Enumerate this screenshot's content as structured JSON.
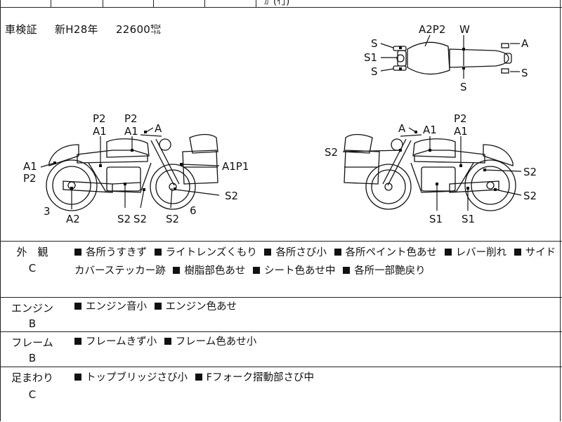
{
  "top_fragment": "ｶﾞ(ｲ｣)",
  "registration": {
    "label": "車検証",
    "year": "新H28年",
    "mileage": "22600㌖"
  },
  "diagram_labels": {
    "top_view": [
      "S",
      "S1",
      "S",
      "A2P2",
      "W",
      "S",
      "A",
      "S"
    ],
    "left_side": [
      "P2",
      "A1",
      "P2",
      "A1",
      "A",
      "A1",
      "P2",
      "A1P1",
      "3",
      "A2",
      "S2",
      "S2",
      "S2",
      "S2",
      "6"
    ],
    "right_side": [
      "A",
      "A1",
      "P2",
      "A1",
      "S2",
      "S2",
      "S2",
      "S1",
      "S1"
    ]
  },
  "sections": [
    {
      "label": "外　観",
      "grade": "C",
      "items": [
        "各所うすきず",
        "ライトレンズくもり",
        "各所さび小",
        "各所ペイント色あせ",
        "レバー削れ",
        "サイドカバーステッカー跡",
        "樹脂部色あせ",
        "シート色あせ中",
        "各所一部艶戻り"
      ]
    },
    {
      "label": "エンジン",
      "grade": "B",
      "items": [
        "エンジン音小",
        "エンジン色あせ"
      ]
    },
    {
      "label": "フレーム",
      "grade": "B",
      "items": [
        "フレームきず小",
        "フレーム色あせ小"
      ]
    },
    {
      "label": "足まわり",
      "grade": "C",
      "items": [
        "トップブリッジさび小",
        "Fフォーク摺動部さび中"
      ]
    }
  ]
}
